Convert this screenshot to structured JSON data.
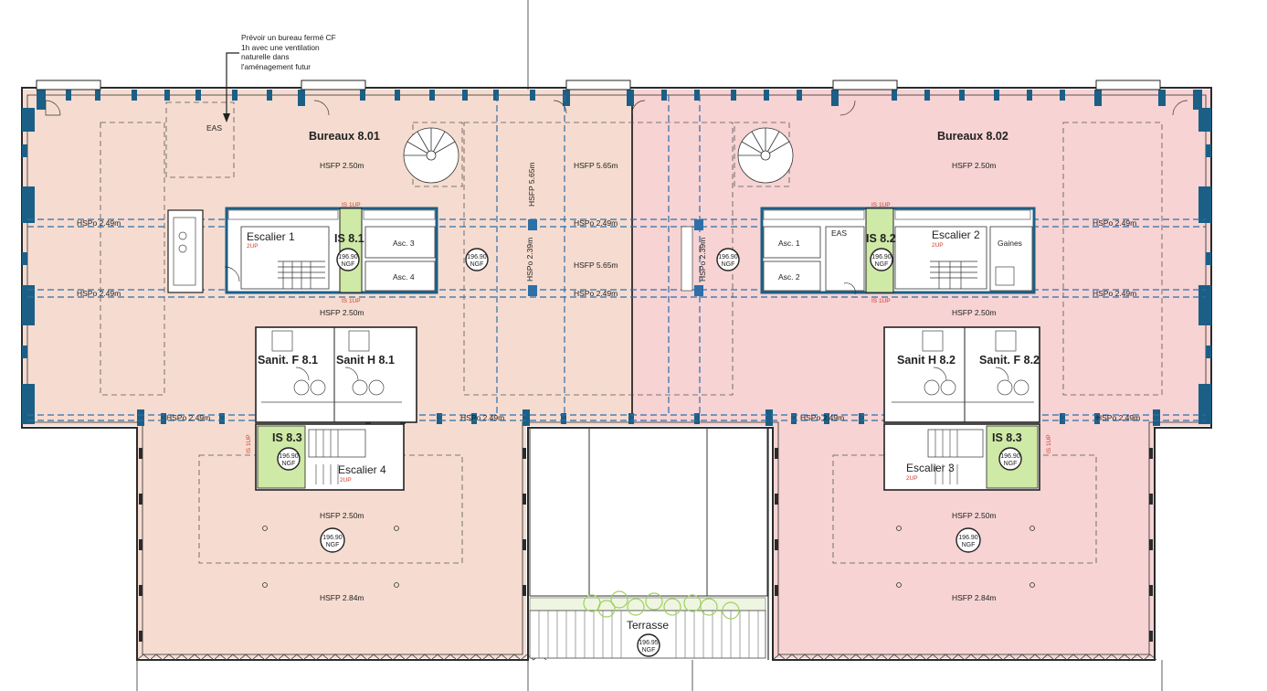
{
  "note": {
    "lines": [
      "Prévoir un bureau fermé CF",
      "1h avec une ventilation",
      "naturelle dans",
      "l'aménagement futur"
    ]
  },
  "offices": {
    "left": "Bureaux 8.01",
    "right": "Bureaux 8.02"
  },
  "ceiling_heights": {
    "hsfp_250": "HSFP 2.50m",
    "hsfp_565": "HSFP 5.65m",
    "hsfp_284": "HSFP 2.84m",
    "hspo_249": "HSPo 2.49m",
    "hspo_239": "HSPo 2.39m"
  },
  "levels": {
    "main": "196.90",
    "terrace": "196.95",
    "unit": "NGF"
  },
  "rooms": {
    "eas": "EAS",
    "escalier_1": "Escalier 1",
    "escalier_2": "Escalier 2",
    "escalier_3": "Escalier 3",
    "escalier_4": "Escalier 4",
    "is_81": "IS 8.1",
    "is_82": "IS 8.2",
    "is_83": "IS 8.3",
    "asc_1": "Asc. 1",
    "asc_2": "Asc. 2",
    "asc_3": "Asc. 3",
    "asc_4": "Asc. 4",
    "gaines": "Gaines",
    "sanit_f_81": "Sanit. F 8.1",
    "sanit_h_81": "Sanit H 8.1",
    "sanit_h_82": "Sanit H 8.2",
    "sanit_f_82": "Sanit. F 8.2",
    "terrasse": "Terrasse"
  },
  "stair_marks": {
    "up2": "2UP",
    "is_1up": "IS 1UP"
  },
  "colors": {
    "zone_left": "#f6dcd0",
    "zone_right": "#f7d3d3",
    "is_green": "#cfe9a6",
    "facade_blue": "#1b5f86",
    "dash_blue": "#2e6fa8",
    "red_marks": "#d23b2b",
    "plant_green": "#9fcf5c"
  }
}
